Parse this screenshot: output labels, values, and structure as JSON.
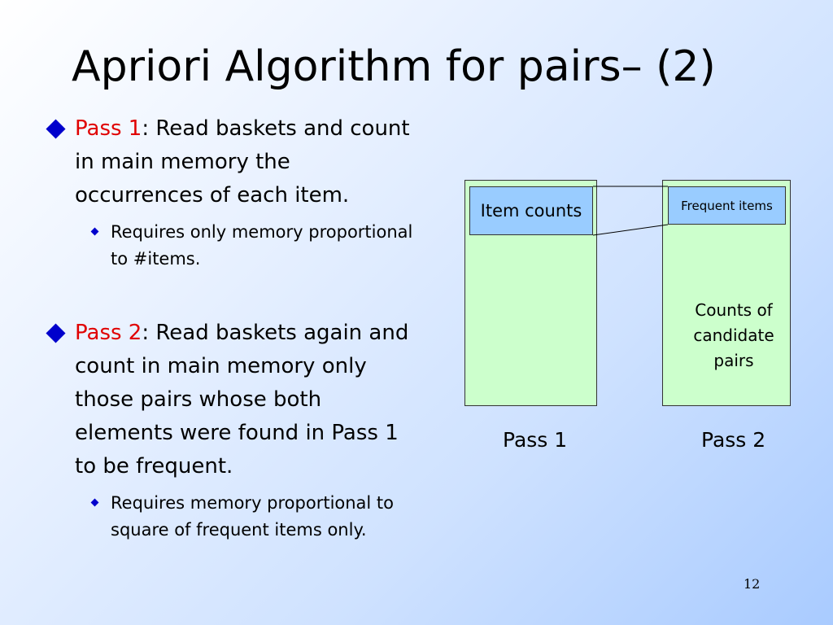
{
  "slide": {
    "title": "Apriori Algorithm for pairs– (2)",
    "page_number": "12",
    "bullets": [
      {
        "label": "Pass 1",
        "text": ": Read baskets and count in main memory the occurrences of each item.",
        "sub": "Requires only memory proportional to #items."
      },
      {
        "label": "Pass 2",
        "text": ": Read baskets again and count in main memory only those pairs whose both elements were found in Pass 1 to be frequent.",
        "sub": "Requires memory proportional to square of frequent items only."
      }
    ]
  },
  "diagram": {
    "pass1": {
      "inner_label": "Item counts",
      "caption": "Pass 1"
    },
    "pass2": {
      "inner_label": "Frequent items",
      "body_label": "Counts of candidate pairs",
      "caption": "Pass 2"
    },
    "colors": {
      "memory_fill": "#ccffcc",
      "inner_fill": "#99ccff",
      "bullet": "#0000cc",
      "highlight": "#e00000"
    }
  }
}
